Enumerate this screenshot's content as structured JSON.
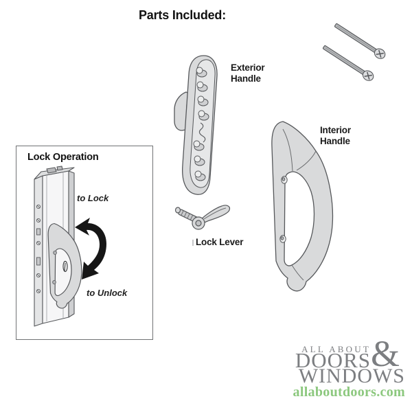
{
  "title": "Parts Included:",
  "parts": {
    "screws": {
      "icon": "mounting-screws-illustration",
      "quantity_shown": 2
    },
    "exterior_handle": {
      "label": "Exterior Handle",
      "icon": "exterior-handle-illustration"
    },
    "interior_handle": {
      "label": "Interior Handle",
      "icon": "interior-handle-illustration"
    },
    "lock_lever": {
      "label": "Lock Lever",
      "icon": "lock-lever-illustration"
    }
  },
  "lock_operation": {
    "title": "Lock Operation",
    "to_lock_label": "to Lock",
    "to_unlock_label": "to Unlock",
    "icon": "door-lock-rotation-illustration"
  },
  "watermark": {
    "line1": "ALL ABOUT",
    "line2": "DOORS",
    "ampersand": "&",
    "line3": "WINDOWS",
    "url": "allaboutdoors.com"
  },
  "colors": {
    "label_text": "#1a1a1a",
    "illustration_outline": "#55575a",
    "illustration_fill": "#d9dadb",
    "arrow": "#161616",
    "watermark_gray": "#7c7e81",
    "watermark_green": "#8cc87e",
    "background": "#ffffff"
  }
}
